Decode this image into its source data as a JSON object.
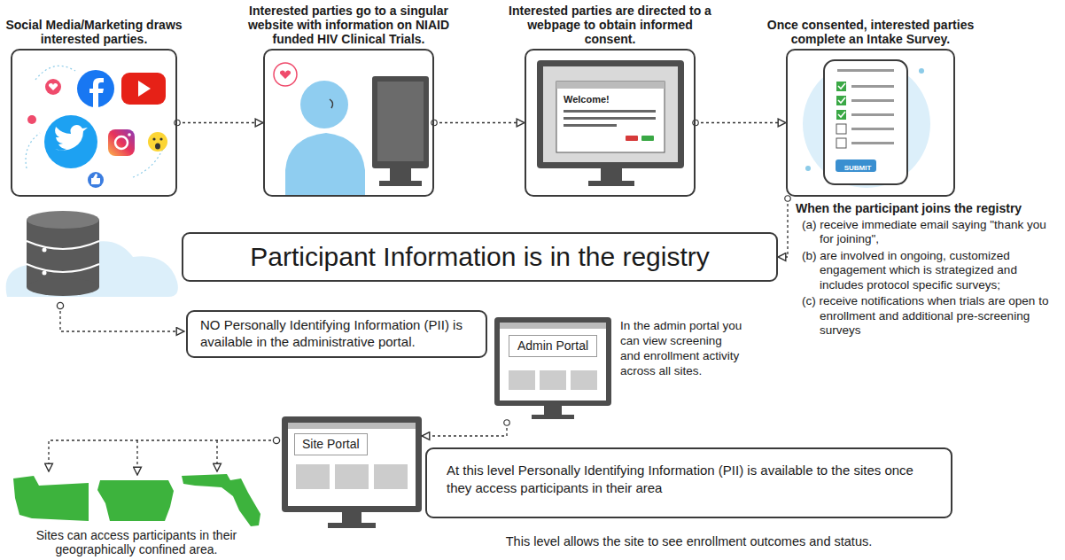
{
  "diagram": {
    "nodes": [
      {
        "text": [
          "Social Media/Marketing draws interested parties."
        ]
      },
      {
        "text": [
          "Interested parties go to a singular website with information on NIAID funded HIV Clinical Trials."
        ]
      },
      {
        "text": [
          "Interested parties are directed to a webpage to obtain informed consent.",
          "Welcome!"
        ]
      },
      {
        "text": [
          "Once consented, interested parties complete an Intake Survey.",
          "SUBMIT"
        ]
      },
      {
        "text": [
          "Participant Information is in the registry"
        ]
      },
      {
        "text": [
          "NO Personally Identifying Information (PII) is available in the administrative portal."
        ]
      },
      {
        "text": [
          "Admin Portal"
        ]
      },
      {
        "text": [
          "Site Portal"
        ]
      },
      {
        "text": [
          "At this level Personally Identifying Information (PII) is available to the sites once they access participants in their area"
        ]
      }
    ],
    "edges": [
      {
        "from": 0,
        "to": 1,
        "arrow": "to"
      },
      {
        "from": 1,
        "to": 2,
        "arrow": "to"
      },
      {
        "from": 2,
        "to": 3,
        "arrow": "to"
      },
      {
        "from": 3,
        "to": 4,
        "arrow": "to"
      },
      {
        "from": 6,
        "to": 7,
        "arrow": "to"
      }
    ],
    "labels": [
      "When the participant joins the registry",
      "(a) receive immediate email saying \"thank you for joining\",",
      "(b) are involved in ongoing, customized engagement which is strategized and includes protocol specific surveys;",
      "(c) receive notifications when trials are open to enrollment and additional pre-screening surveys",
      "In the admin portal you can view screening and enrollment activity across all sites.",
      "Sites can access participants in their geographically confined area.",
      "This level allows the site to see enrollment outcomes and status."
    ]
  }
}
